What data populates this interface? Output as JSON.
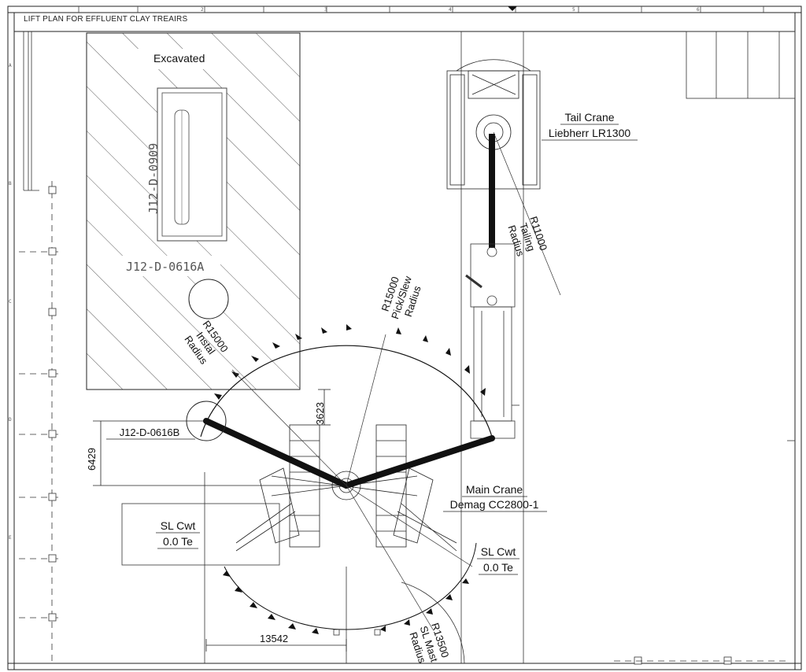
{
  "title": "LIFT PLAN FOR EFFLUENT CLAY TREAIRS",
  "areas": {
    "excavated_label": "Excavated",
    "vessel_id_vertical": "J12-D-0909",
    "vessel_id_a": "J12-D-0616A",
    "vessel_id_b": "J12-D-0616B"
  },
  "tail_crane": {
    "name": "Tail Crane",
    "model": "Liebherr LR1300",
    "radius_label": [
      "R11000",
      "Tailing",
      "Radius"
    ]
  },
  "main_crane": {
    "name": "Main Crane",
    "model": "Demag CC2800-1",
    "pick_radius_label": [
      "R15000",
      "Pick/Slew",
      "Radius"
    ],
    "initial_radius_label": [
      "R15000",
      "Instal",
      "Radius"
    ],
    "mast_radius_label": [
      "R13500",
      "SL Mast",
      "Radius"
    ]
  },
  "counterweights": {
    "left": [
      "SL Cwt",
      "0.0 Te"
    ],
    "right": [
      "SL Cwt",
      "0.0 Te"
    ]
  },
  "dimensions": {
    "d1": "3623",
    "d2": "6429",
    "d3": "13542"
  },
  "grid_numbers": [
    "2",
    "3",
    "4",
    "5",
    "6"
  ],
  "grid_letters": [
    "A",
    "B",
    "C",
    "D",
    "E"
  ],
  "colors": {
    "line": "#222222",
    "boom": "#111111",
    "hatch": "#333333"
  }
}
